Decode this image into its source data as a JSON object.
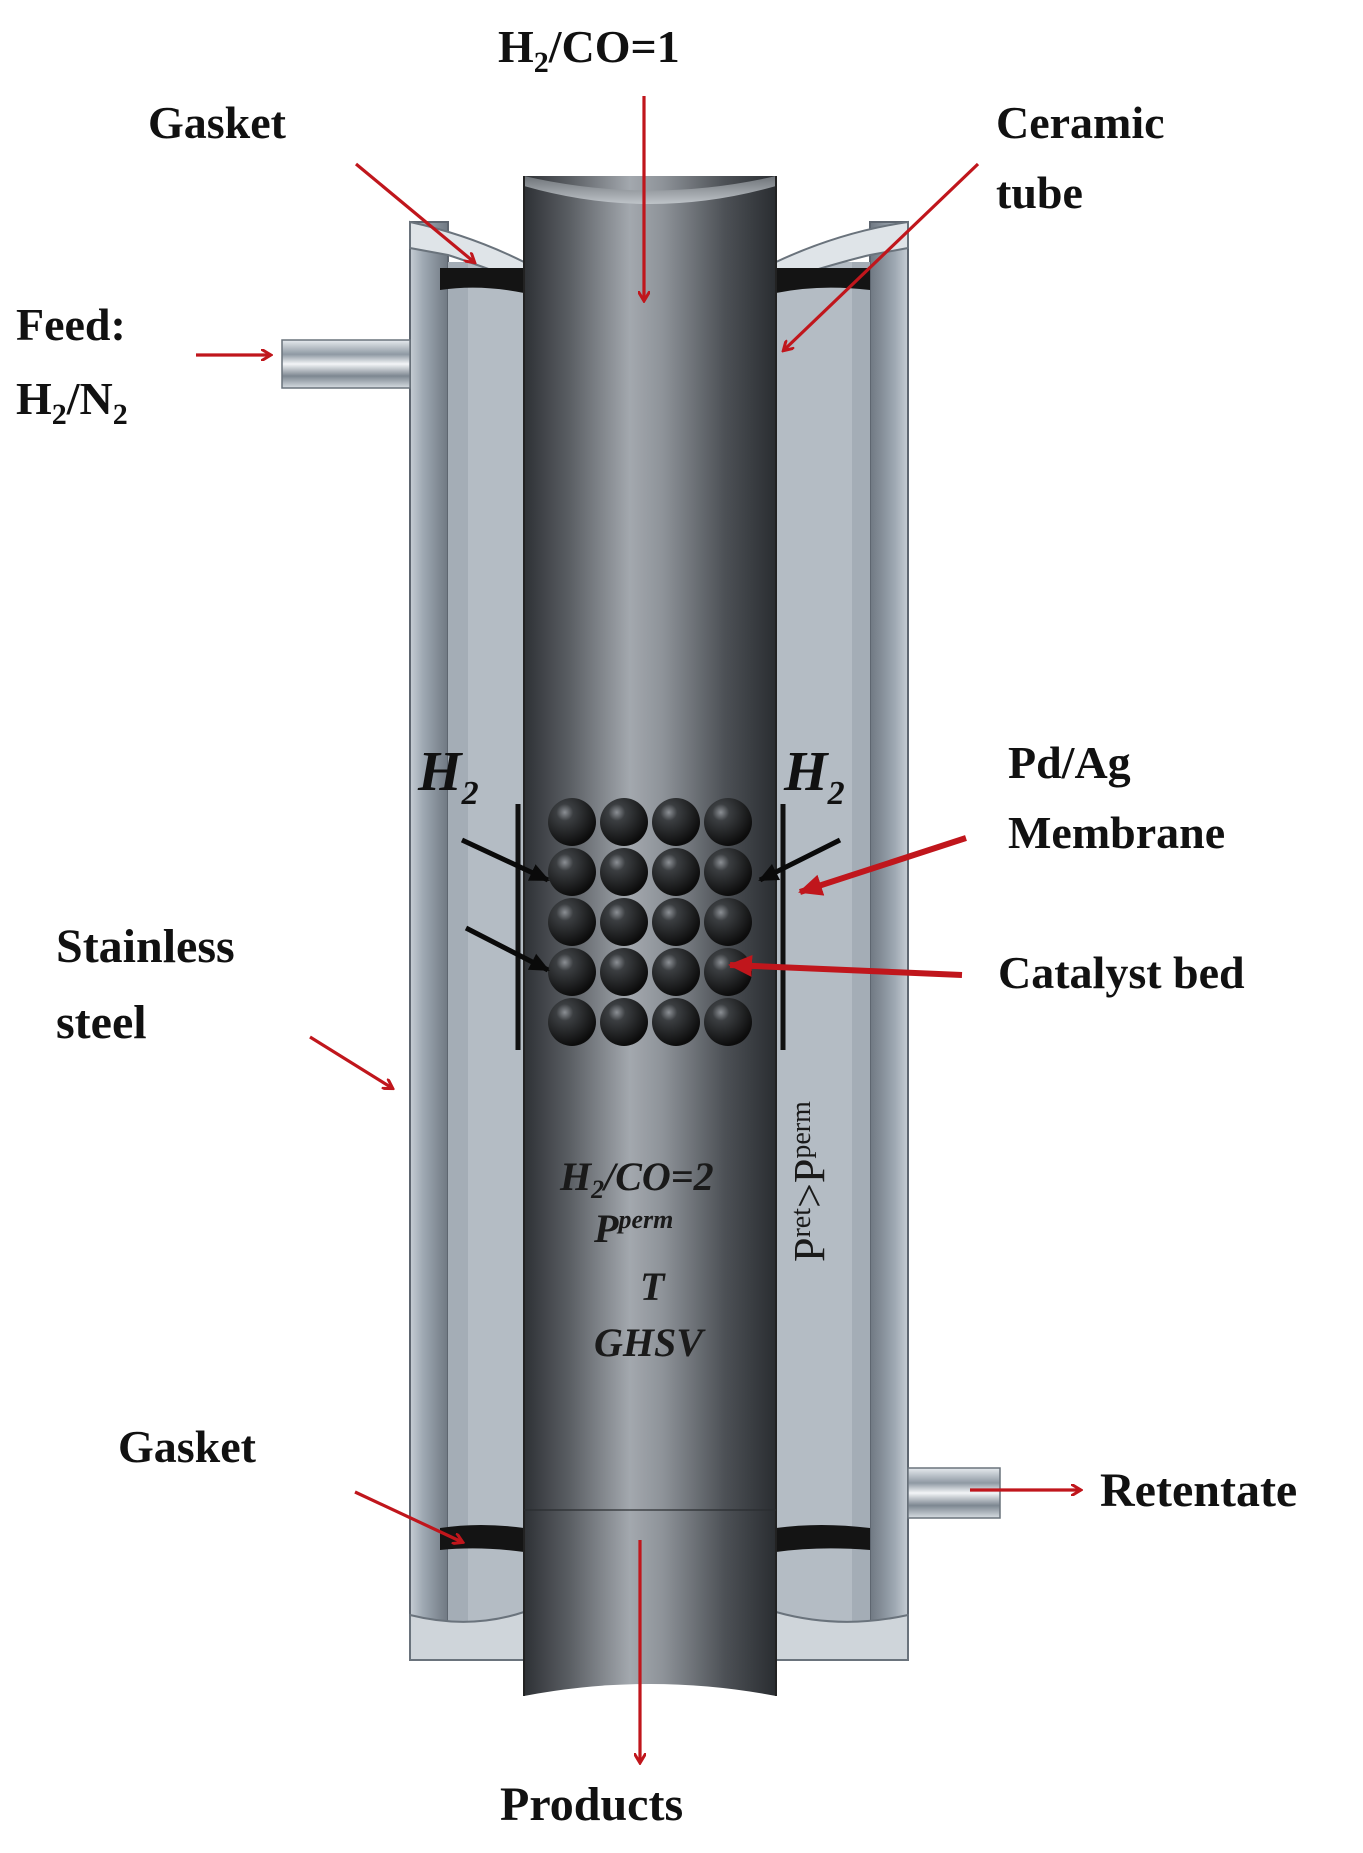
{
  "labels": {
    "inlet_top": "H",
    "inlet_top_sub": "2",
    "inlet_top_rest": "/CO=1",
    "gasket_top": "Gasket",
    "ceramic_line1": "Ceramic",
    "ceramic_line2": "tube",
    "feed_line1": "Feed:",
    "feed_h": "H",
    "feed_h_sub": "2",
    "feed_n": "/N",
    "feed_n_sub": "2",
    "h2_left": "H",
    "h2_left_sub": "2",
    "h2_right": "H",
    "h2_right_sub": "2",
    "membrane_line1": "Pd/Ag",
    "membrane_line2": "Membrane",
    "catalyst": "Catalyst bed",
    "stainless_line1": "Stainless",
    "stainless_line2": "steel",
    "ratio_inner_h": "H",
    "ratio_inner_sub": "2",
    "ratio_inner_rest": "/CO=2",
    "p_perm_base": "P",
    "p_perm_sup": "perm",
    "temp": "T",
    "ghsv": "GHSV",
    "pressure_ret_base": "P",
    "pressure_ret_sup": "ret",
    "pressure_gt": ">",
    "pressure_perm_base": "P",
    "pressure_perm_sup": "perm",
    "gasket_bottom": "Gasket",
    "retentate": "Retentate",
    "products": "Products"
  },
  "colors": {
    "arrow_red": "#c0161c",
    "shell_steel": "#a9b3bd",
    "tube_dark": "#3c3f43",
    "tube_light": "#9aa0a6",
    "gasket": "#141414",
    "catalyst_ball": "#1a1a1a"
  }
}
